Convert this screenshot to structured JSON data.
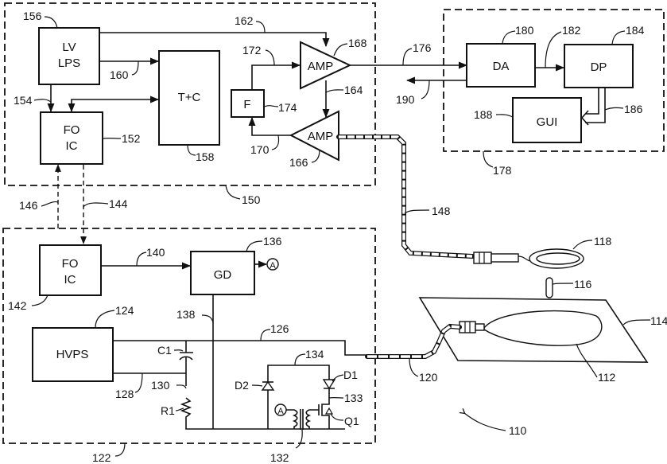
{
  "figure": {
    "system_ref": "110",
    "modules": {
      "control_unit": {
        "ref": "150"
      },
      "display_unit": {
        "ref": "178"
      },
      "pulse_unit": {
        "ref": "122"
      }
    },
    "blocks": {
      "lv_lps": {
        "line1": "LV",
        "line2": "LPS",
        "ref": "156"
      },
      "fo_ic_top": {
        "line1": "FO",
        "line2": "IC",
        "ref": "152"
      },
      "t_c": {
        "label": "T+C",
        "ref": "158"
      },
      "filter": {
        "label": "F",
        "ref": "174"
      },
      "amp_top": {
        "label": "AMP",
        "ref": "168"
      },
      "amp_bottom": {
        "label": "AMP",
        "ref": "166"
      },
      "da": {
        "label": "DA",
        "ref": "180"
      },
      "dp": {
        "label": "DP",
        "ref": "184"
      },
      "gui": {
        "label": "GUI",
        "ref": "188"
      },
      "fo_ic_bottom": {
        "line1": "FO",
        "line2": "IC",
        "ref": "142"
      },
      "gd": {
        "label": "GD",
        "ref": "136"
      },
      "hvps": {
        "label": "HVPS",
        "ref": "124"
      }
    },
    "components": {
      "c1": "C1",
      "r1": "R1",
      "d1": "D1",
      "d2": "D2",
      "q1": "Q1",
      "node_a": "A"
    },
    "refs": {
      "r154": "154",
      "r160": "160",
      "r162": "162",
      "r164": "164",
      "r170": "170",
      "r172": "172",
      "r176": "176",
      "r182": "182",
      "r186": "186",
      "r190": "190",
      "r146": "146",
      "r144": "144",
      "r140": "140",
      "r138": "138",
      "r126": "126",
      "r134": "134",
      "r128": "128",
      "r130": "130",
      "r133": "133",
      "r132": "132",
      "r148": "148",
      "r118": "118",
      "r116": "116",
      "r114": "114",
      "r112": "112",
      "r120": "120"
    }
  }
}
